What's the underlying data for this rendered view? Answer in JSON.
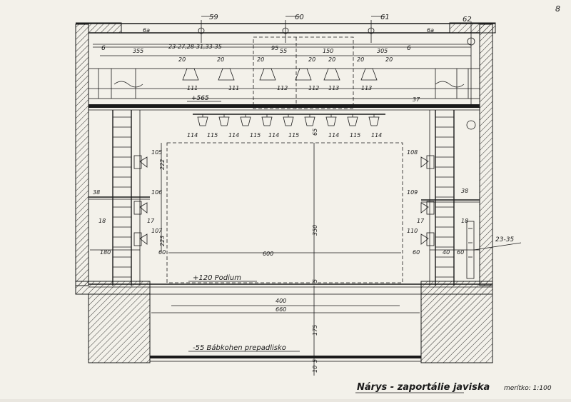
{
  "page_number": "8",
  "title": "Nárys - zaportálie javiska",
  "scale": "merítko: 1:100",
  "levels": {
    "gallery": "+565",
    "podium": "+120 Podium",
    "trap": "-55 Bábkohen prepadlisko"
  },
  "top_callouts": [
    "59",
    "60",
    "61",
    "62"
  ],
  "top_labels": {
    "n6a_left": "6a",
    "n6a_right": "6a",
    "n6_left": "6",
    "n6_right": "6",
    "range": "23-27,28-31,33-35",
    "d355": "355",
    "d95": "95",
    "d55": "55",
    "d150": "150",
    "d305": "305"
  },
  "fixture_labels_upper": [
    "20",
    "20",
    "20",
    "20",
    "20",
    "20",
    "20"
  ],
  "fixture_labels_lower": [
    "111",
    "111",
    "112",
    "112",
    "113",
    "113"
  ],
  "batten_labels": [
    "114",
    "115",
    "114",
    "115",
    "114",
    "115",
    "114",
    "115",
    "114"
  ],
  "side_labels": {
    "l105": "105",
    "l106": "106",
    "l17": "17",
    "l107": "107",
    "l38L": "38",
    "l18L": "18",
    "l180": "180",
    "r108": "108",
    "r109": "109",
    "r17": "17",
    "r110": "110",
    "r37": "37",
    "r38": "38",
    "r18": "18",
    "r60": "60",
    "r40": "40",
    "r60b": "60",
    "r2335": "23-35",
    "l60": "60"
  },
  "dims": {
    "h222": "222",
    "h223": "223",
    "h350": "350",
    "w600": "600",
    "w400": "400",
    "w660": "660",
    "h175": "175",
    "h65": "65",
    "h5a": "5",
    "h5b": "5",
    "h10": "10"
  }
}
